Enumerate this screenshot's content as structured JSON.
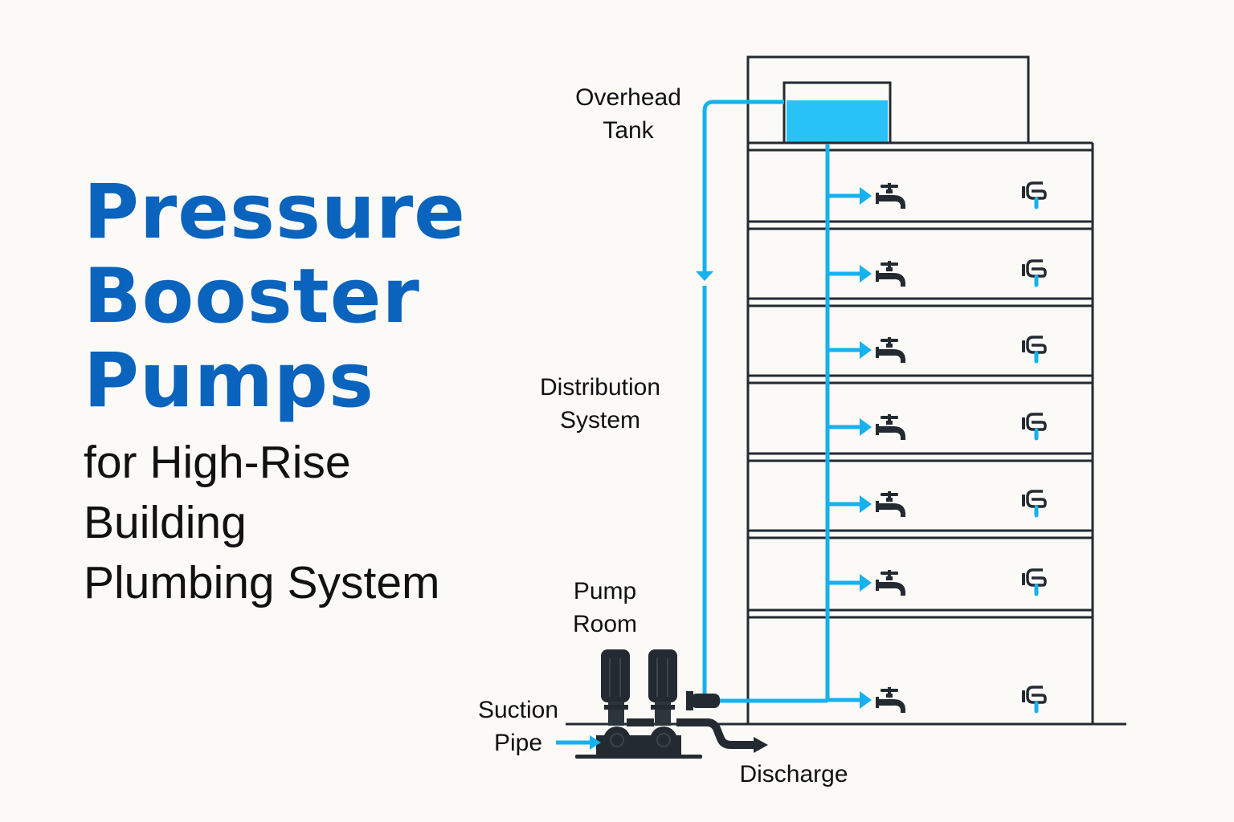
{
  "title": {
    "line1": "Pressure",
    "line2": "Booster",
    "line3": "Pumps",
    "subtitle1": "for High-Rise",
    "subtitle2": "Building",
    "subtitle3": "Plumbing System"
  },
  "labels": {
    "overhead_tank_1": "Overhead",
    "overhead_tank_2": "Tank",
    "distribution_1": "Distribution",
    "distribution_2": "System",
    "pump_room_1": "Pump",
    "pump_room_2": "Room",
    "suction_1": "Suction",
    "suction_2": "Pipe",
    "discharge": "Discharge"
  },
  "diagram": {
    "floors": 7,
    "pumps": 2,
    "tank_fill_fraction": 0.75,
    "fixtures_per_floor": [
      "tap",
      "shower-tap"
    ]
  },
  "colors": {
    "title_blue": "#0a63bd",
    "water_blue": "#16b1ee",
    "tank_water": "#29c2f7",
    "outline": "#232a31",
    "background": "#fbfaf7"
  }
}
